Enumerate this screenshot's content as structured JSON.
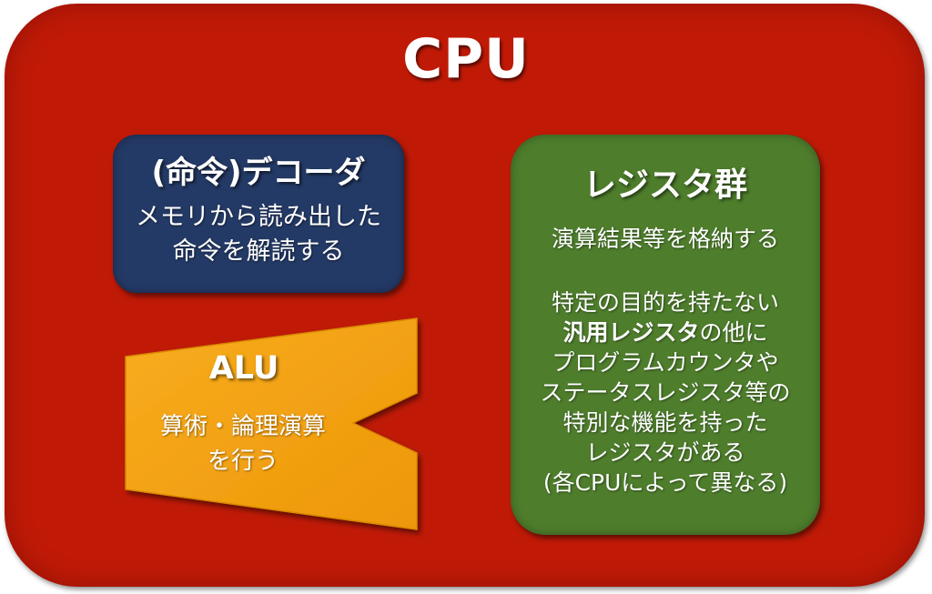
{
  "cpu": {
    "title": "CPU",
    "color": "#c01a07"
  },
  "decoder": {
    "title": "(命令)デコーダ",
    "desc_line1": "メモリから読み出した",
    "desc_line2": "命令を解読する",
    "color": "#243a66"
  },
  "alu": {
    "title": "ALU",
    "desc_line1": "算術・論理演算",
    "desc_line2": "を行う",
    "color": "#f4a20e"
  },
  "registers": {
    "title": "レジスタ群",
    "desc1": "演算結果等を格納する",
    "line1": "特定の目的を持たない",
    "line2_bold": "汎用レジスタ",
    "line2_rest": "の他に",
    "line3": "プログラムカウンタや",
    "line4": "ステータスレジスタ等の",
    "line5": "特別な機能を持った",
    "line6": "レジスタがある",
    "line7": "(各CPUによって異なる)",
    "color": "#4e7d2c"
  }
}
